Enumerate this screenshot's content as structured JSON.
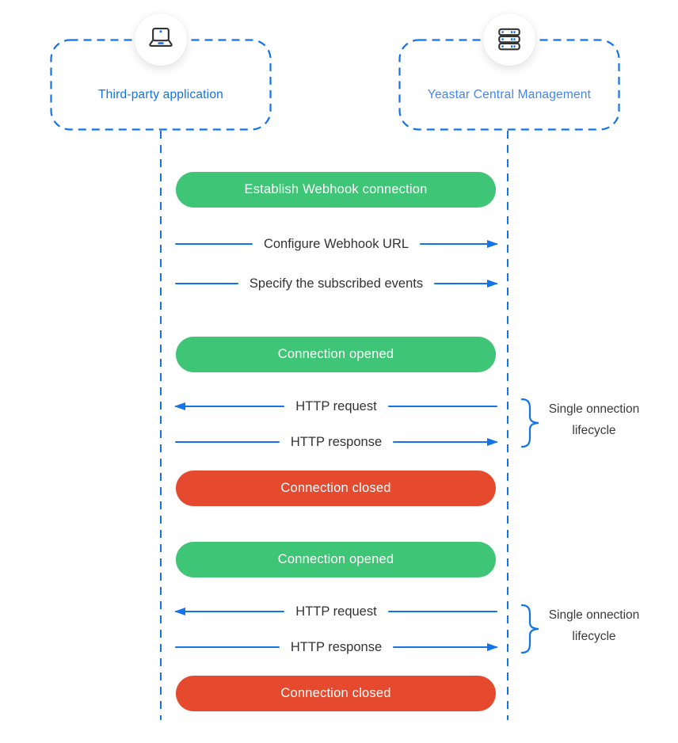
{
  "colors": {
    "blue": "#1273eb",
    "right_label_blue": "#4285f4",
    "green": "#3ec576",
    "red": "#e64a2e",
    "text_dark": "#333333",
    "icon_stroke": "#333333"
  },
  "actors": [
    {
      "label": "Third-party application",
      "icon": "laptop-icon"
    },
    {
      "label": "Yeastar Central Management",
      "icon": "server-icon"
    }
  ],
  "sequence": [
    {
      "kind": "status",
      "variant": "green",
      "label": "Establish Webhook connection"
    },
    {
      "kind": "message",
      "direction": "right",
      "label": "Configure Webhook URL"
    },
    {
      "kind": "message",
      "direction": "right",
      "label": "Specify the subscribed events"
    },
    {
      "kind": "status",
      "variant": "green",
      "label": "Connection opened"
    },
    {
      "kind": "message",
      "direction": "left",
      "label": "HTTP request"
    },
    {
      "kind": "message",
      "direction": "right",
      "label": "HTTP response"
    },
    {
      "kind": "status",
      "variant": "red",
      "label": "Connection closed"
    },
    {
      "kind": "status",
      "variant": "green",
      "label": "Connection opened"
    },
    {
      "kind": "message",
      "direction": "left",
      "label": "HTTP request"
    },
    {
      "kind": "message",
      "direction": "right",
      "label": "HTTP response"
    },
    {
      "kind": "status",
      "variant": "red",
      "label": "Connection closed"
    }
  ],
  "annotations": [
    {
      "line1": "Single onnection",
      "line2": "lifecycle"
    },
    {
      "line1": "Single onnection",
      "line2": "lifecycle"
    }
  ]
}
